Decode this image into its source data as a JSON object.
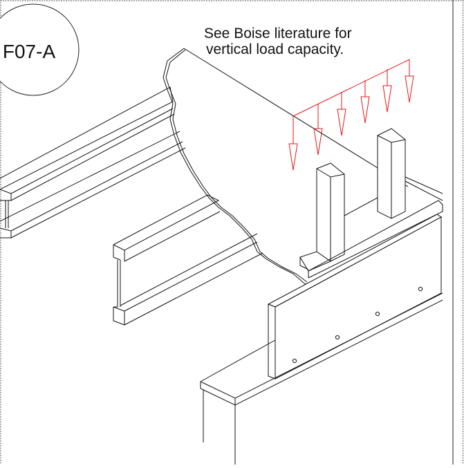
{
  "detail": {
    "id": "F07-A"
  },
  "note": {
    "line1": "See Boise literature for",
    "line2": "vertical load capacity."
  },
  "colors": {
    "line": "#111111",
    "load_arrows": "#e01818",
    "background": "#ffffff",
    "frame": "#777777"
  }
}
